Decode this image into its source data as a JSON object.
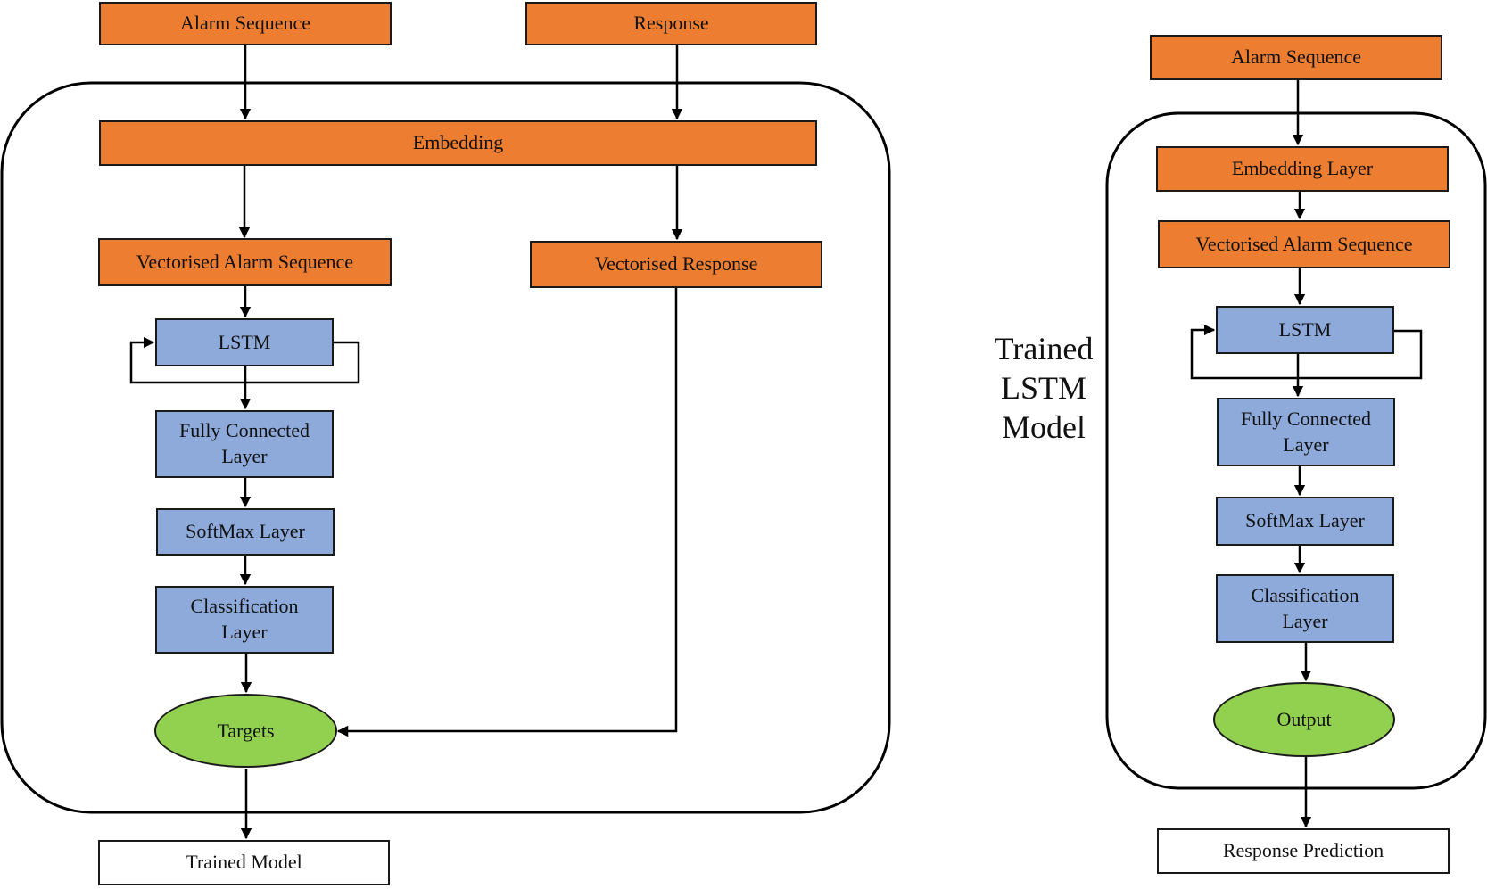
{
  "training": {
    "alarm_sequence": "Alarm Sequence",
    "response": "Response",
    "embedding": "Embedding",
    "vectorised_alarm_sequence": "Vectorised Alarm Sequence",
    "vectorised_response": "Vectorised Response",
    "lstm": "LSTM",
    "fully_connected_l1": "Fully Connected",
    "fully_connected_l2": "Layer",
    "softmax": "SoftMax Layer",
    "classification_l1": "Classification",
    "classification_l2": "Layer",
    "targets": "Targets",
    "trained_model": "Trained Model"
  },
  "inference": {
    "alarm_sequence": "Alarm Sequence",
    "embedding_layer": "Embedding Layer",
    "vectorised_alarm_sequence": "Vectorised Alarm Sequence",
    "lstm": "LSTM",
    "fully_connected_l1": "Fully Connected",
    "fully_connected_l2": "Layer",
    "softmax": "SoftMax Layer",
    "classification_l1": "Classification",
    "classification_l2": "Layer",
    "output": "Output",
    "response_prediction": "Response Prediction"
  },
  "side_label": {
    "line1": "Trained",
    "line2": "LSTM",
    "line3": "Model"
  },
  "colors": {
    "io_box": "#ed7d31",
    "layer_box": "#8eaadb",
    "result_oval": "#92d050",
    "output_box": "#ffffff"
  }
}
